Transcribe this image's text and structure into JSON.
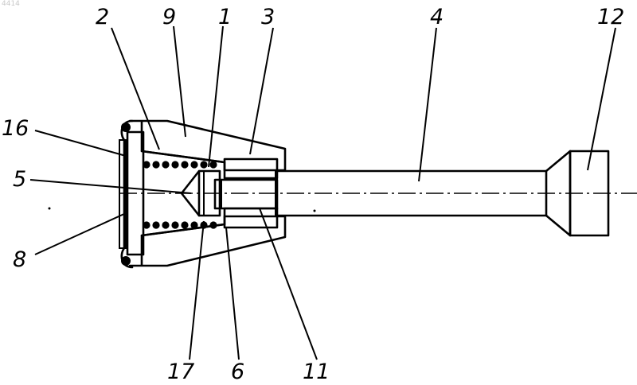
{
  "figure": {
    "corner_id": "4414",
    "labels": {
      "l2": "2",
      "l9": "9",
      "l1": "1",
      "l3": "3",
      "l4": "4",
      "l12": "12",
      "l16": "16",
      "l5": "5",
      "l8": "8",
      "l17": "17",
      "l6": "6",
      "l11": "11"
    }
  }
}
